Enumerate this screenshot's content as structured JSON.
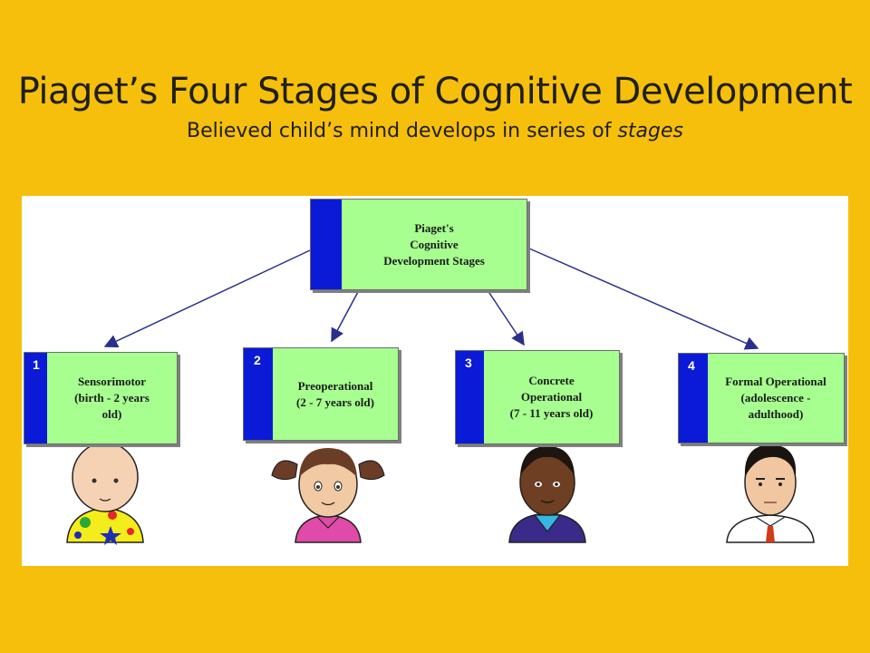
{
  "header": {
    "title": "Piaget’s Four Stages of Cognitive Development",
    "subtitle_prefix": "Believed child’s mind develops in series of ",
    "subtitle_emphasis": "stages"
  },
  "root": {
    "label": "Piaget's\nCognitive\nDevelopment Stages"
  },
  "stages": [
    {
      "number": "1",
      "label": "Sensorimotor\n(birth - 2 years\nold)"
    },
    {
      "number": "2",
      "label": "Preoperational\n(2 - 7 years old)"
    },
    {
      "number": "3",
      "label": "Concrete\nOperational\n(7 - 11 years old)"
    },
    {
      "number": "4",
      "label": "Formal Operational\n(adolescence -\nadulthood)"
    }
  ],
  "colors": {
    "background": "#f6bf0b",
    "box_fill": "#a6ff8f",
    "box_bar": "#0a1ad6",
    "arrow": "#2a2f8c"
  }
}
